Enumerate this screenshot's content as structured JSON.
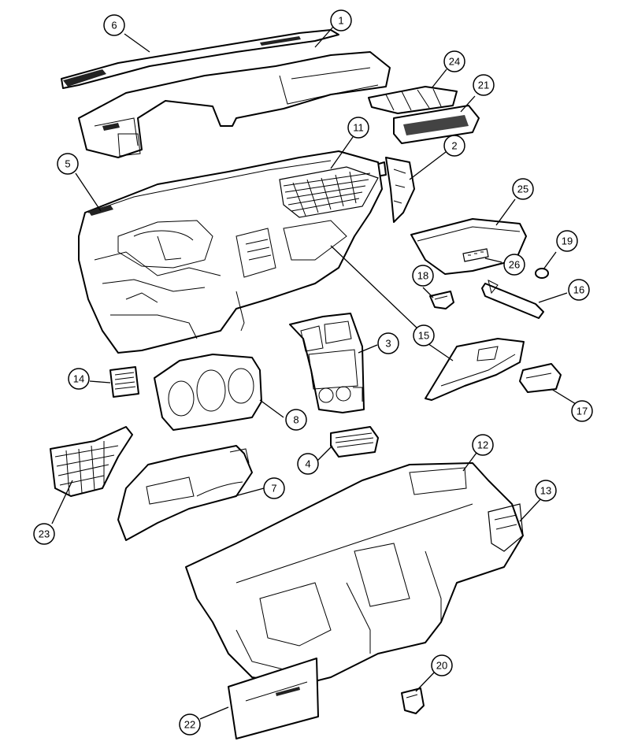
{
  "diagram": {
    "callouts": [
      {
        "id": "c1",
        "label": "1"
      },
      {
        "id": "c2",
        "label": "2"
      },
      {
        "id": "c3",
        "label": "3"
      },
      {
        "id": "c4",
        "label": "4"
      },
      {
        "id": "c5",
        "label": "5"
      },
      {
        "id": "c6",
        "label": "6"
      },
      {
        "id": "c7",
        "label": "7"
      },
      {
        "id": "c8",
        "label": "8"
      },
      {
        "id": "c11",
        "label": "11"
      },
      {
        "id": "c12",
        "label": "12"
      },
      {
        "id": "c13",
        "label": "13"
      },
      {
        "id": "c14",
        "label": "14"
      },
      {
        "id": "c15",
        "label": "15"
      },
      {
        "id": "c16",
        "label": "16"
      },
      {
        "id": "c17",
        "label": "17"
      },
      {
        "id": "c18",
        "label": "18"
      },
      {
        "id": "c19",
        "label": "19"
      },
      {
        "id": "c20",
        "label": "20"
      },
      {
        "id": "c21",
        "label": "21"
      },
      {
        "id": "c22",
        "label": "22"
      },
      {
        "id": "c23",
        "label": "23"
      },
      {
        "id": "c24",
        "label": "24"
      },
      {
        "id": "c25",
        "label": "25"
      },
      {
        "id": "c26",
        "label": "26"
      }
    ]
  }
}
